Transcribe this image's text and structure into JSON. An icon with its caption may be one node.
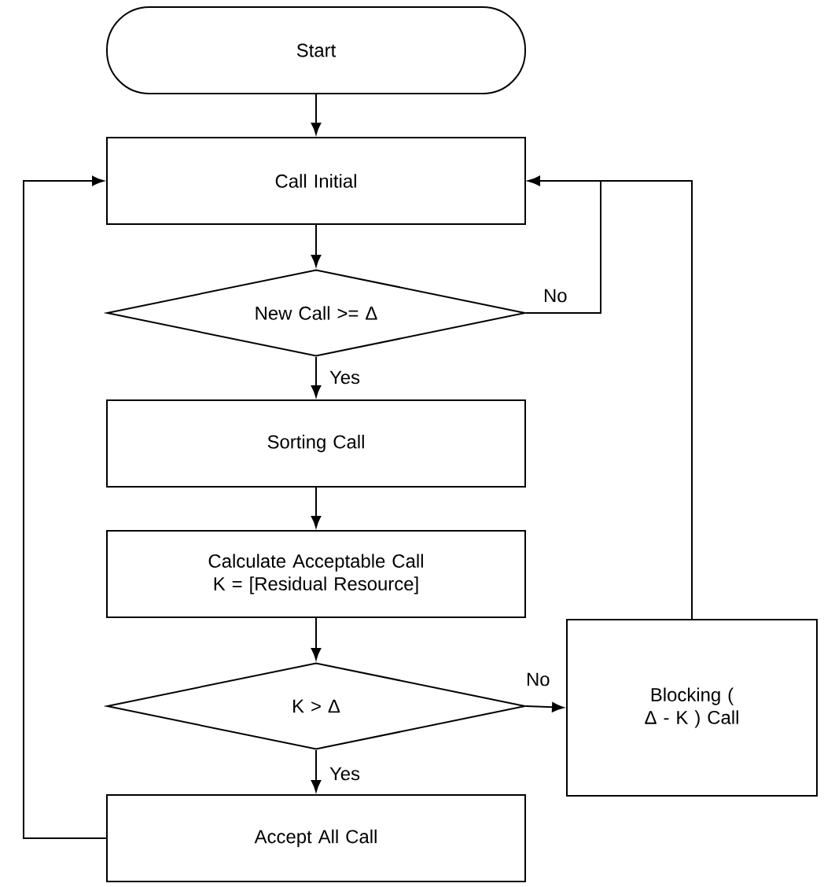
{
  "diagram": {
    "nodes": [
      {
        "text": [
          "Start"
        ]
      },
      {
        "text": [
          "Call Initial"
        ]
      },
      {
        "text": [
          "New Call >= Δ"
        ]
      },
      {
        "text": [
          "Sorting Call"
        ]
      },
      {
        "text": [
          "Calculate Acceptable Call K = [Residual Resource]"
        ]
      },
      {
        "text": [
          "K  > Δ"
        ]
      },
      {
        "text": [
          "Accept All Call"
        ]
      },
      {
        "text": [
          "Blocking ( Δ - K ) Call"
        ]
      }
    ],
    "edges": [
      {
        "from": 0,
        "to": 1,
        "arrow": "to"
      },
      {
        "from": 1,
        "to": 2,
        "arrow": "to"
      },
      {
        "from": 2,
        "to": 3,
        "arrow": "to",
        "label": "Yes"
      },
      {
        "from": 2,
        "to": 1,
        "arrow": "to",
        "label": "No"
      },
      {
        "from": 3,
        "to": 4,
        "arrow": "to"
      },
      {
        "from": 4,
        "to": 5,
        "arrow": "to"
      },
      {
        "from": 5,
        "to": 6,
        "arrow": "to",
        "label": "Yes"
      },
      {
        "from": 5,
        "to": 7,
        "arrow": "to",
        "label": "No"
      },
      {
        "from": 7,
        "to": 1,
        "arrow": "to"
      },
      {
        "from": 6,
        "to": 1,
        "arrow": "to"
      }
    ]
  }
}
